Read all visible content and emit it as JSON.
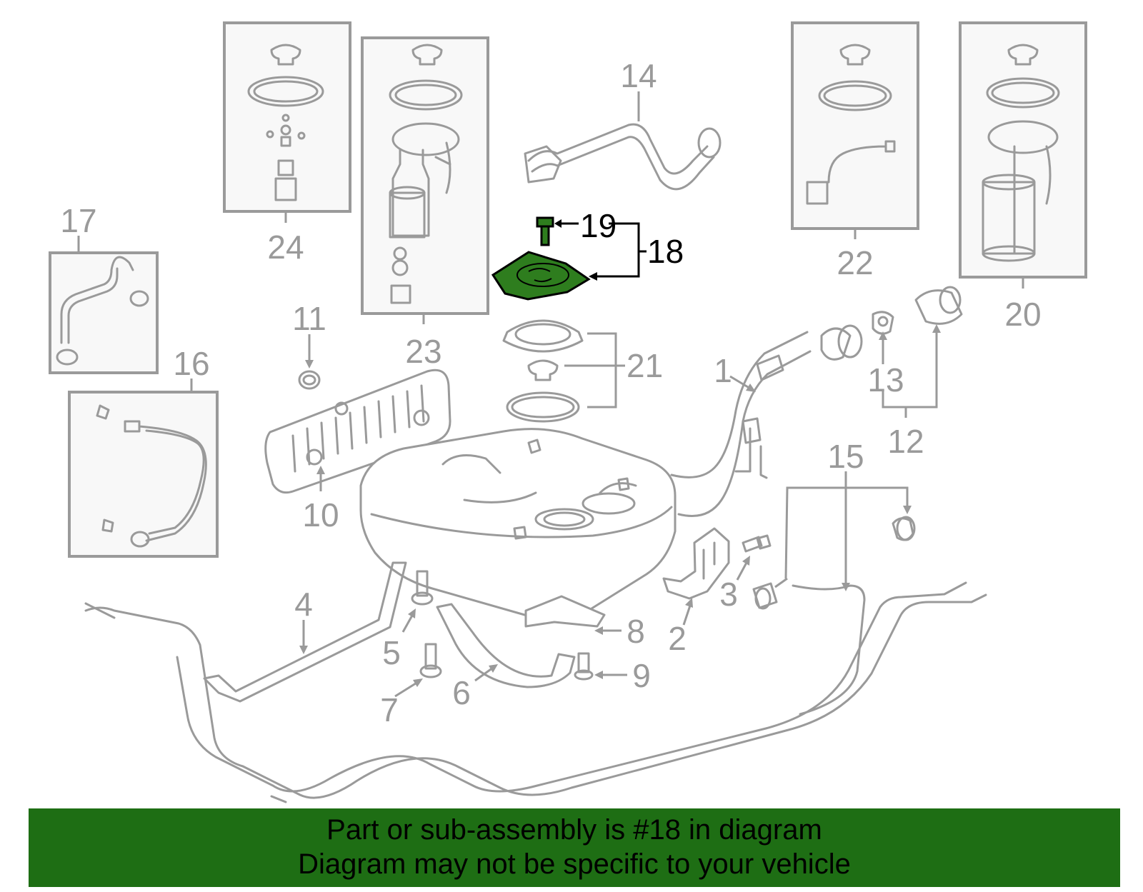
{
  "callouts": {
    "c1": "1",
    "c2": "2",
    "c3": "3",
    "c4": "4",
    "c5": "5",
    "c6": "6",
    "c7": "7",
    "c8": "8",
    "c9": "9",
    "c10": "10",
    "c11": "11",
    "c12": "12",
    "c13": "13",
    "c14": "14",
    "c15": "15",
    "c16": "16",
    "c17": "17",
    "c18": "18",
    "c19": "19",
    "c20": "20",
    "c21": "21",
    "c22": "22",
    "c23": "23",
    "c24": "24"
  },
  "highlight": {
    "part_number": "18",
    "color": "#2e7d1e"
  },
  "banner": {
    "line1": "Part or sub-assembly is #18 in diagram",
    "line2": "Diagram may not be specific to your vehicle",
    "background": "#1e6e14"
  }
}
